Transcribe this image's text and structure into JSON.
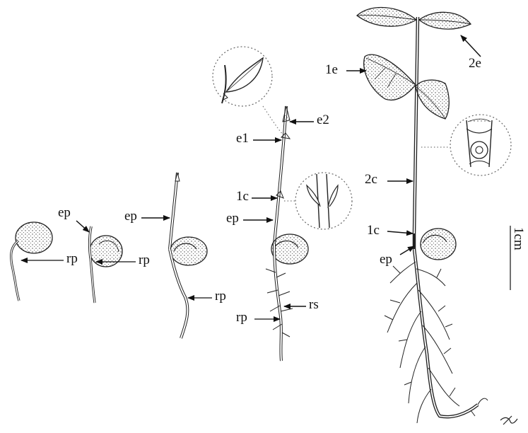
{
  "labels": {
    "s1_rp": "rp",
    "s2_ep": "ep",
    "s2_rp": "rp",
    "s3_ep": "ep",
    "s3_rp": "rp",
    "s4_e2": "e2",
    "s4_e1": "e1",
    "s4_1c": "1c",
    "s4_ep": "ep",
    "s4_rs": "rs",
    "s4_rp": "rp",
    "s5_2e": "2e",
    "s5_1e": "1e",
    "s5_2c": "2c",
    "s5_1c": "1c",
    "s5_ep": "ep"
  },
  "scale_bar": {
    "label": "1cm"
  },
  "colors": {
    "ink": "#111111",
    "stipple": "#555555",
    "circle": "#666666"
  }
}
